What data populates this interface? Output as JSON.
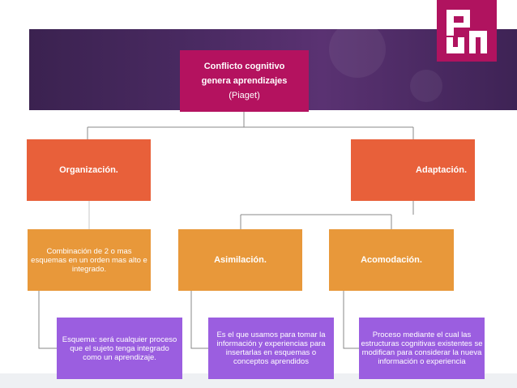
{
  "diagram": {
    "root": {
      "line1": "Conflicto cognitivo",
      "line2": "genera aprendizajes",
      "line3": "(Piaget)"
    },
    "organizacion": "Organización.",
    "adaptacion": "Adaptación.",
    "combinacion": "Combinación de 2 o mas esquemas en un orden mas alto e integrado.",
    "asimilacion": "Asimilación.",
    "acomodacion": "Acomodación.",
    "esquema": "Esquema: será cualquier proceso que el sujeto tenga integrado como un aprendizaje.",
    "asimilacion_desc": "Es el que usamos para tomar la información y experiencias para insertarlas en esquemas o conceptos aprendidos",
    "acomodacion_desc": "Proceso mediante el cual las estructuras cognitivas existentes se modifican para considerar la nueva información o experiencia"
  },
  "colors": {
    "banner": "#4a2a62",
    "root": "#b4125f",
    "level1": "#e8603a",
    "level2": "#e8983a",
    "level3": "#9b5ee0",
    "logo": "#b0135f"
  },
  "logo": {
    "icon": "university-logo-icon"
  }
}
